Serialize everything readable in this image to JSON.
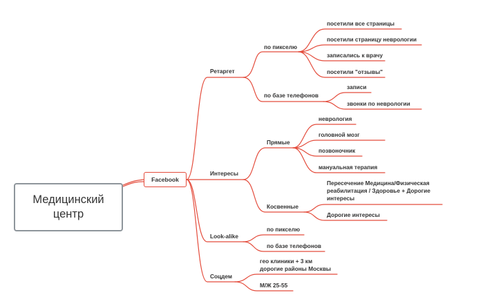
{
  "root": {
    "label": "Медицинский\nцентр"
  },
  "hub": {
    "label": "Facebook"
  },
  "branches": {
    "retarget": {
      "label": "Ретаргет",
      "pixel": {
        "label": "по пикселю",
        "items": [
          "посетили все страницы",
          "посетили страницу неврологии",
          "записались к врачу",
          "посетили \"отзывы\""
        ]
      },
      "phones": {
        "label": "по базе телефонов",
        "items": [
          "записи",
          "звонки по неврологии"
        ]
      }
    },
    "interests": {
      "label": "Интересы",
      "direct": {
        "label": "Прямые",
        "items": [
          "неврология",
          "головной мозг",
          "позвоночник",
          "мануальная терапия"
        ]
      },
      "indirect": {
        "label": "Косвенные",
        "items": [
          "Пересечение Медицина/Физическая реабилитация / Здоровье + Дорогие интересы",
          "Дорогие интересы"
        ]
      }
    },
    "lookalike": {
      "label": "Look-alike",
      "items": [
        "по пикселю",
        "по базе телефонов"
      ]
    },
    "socdem": {
      "label": "Соцдем",
      "items": [
        "гео клиники + 3 км\nдорогие районы Москвы",
        "М/Ж 25-55"
      ]
    }
  },
  "colors": {
    "line": "#e44c3c",
    "root_border": "#8e959b",
    "text": "#333333"
  }
}
